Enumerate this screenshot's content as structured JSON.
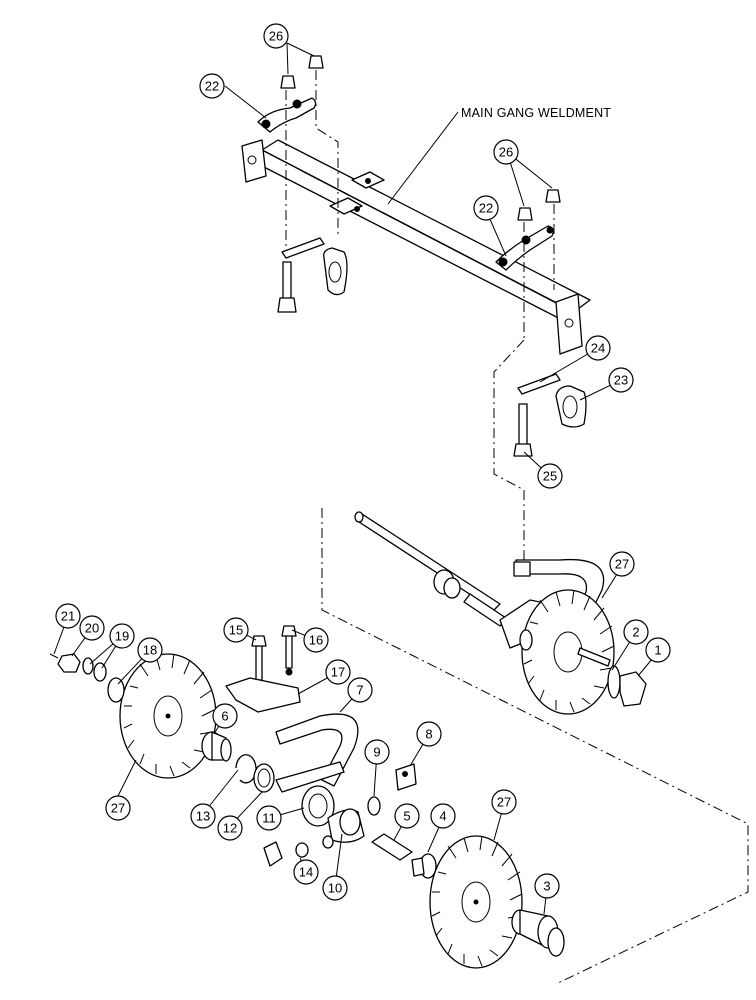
{
  "title_label": "MAIN GANG WELDMENT",
  "callouts": [
    {
      "n": "26"
    },
    {
      "n": "22"
    },
    {
      "n": "26"
    },
    {
      "n": "22"
    },
    {
      "n": "24"
    },
    {
      "n": "23"
    },
    {
      "n": "25"
    },
    {
      "n": "27"
    },
    {
      "n": "2"
    },
    {
      "n": "1"
    },
    {
      "n": "21"
    },
    {
      "n": "20"
    },
    {
      "n": "19"
    },
    {
      "n": "18"
    },
    {
      "n": "15"
    },
    {
      "n": "16"
    },
    {
      "n": "17"
    },
    {
      "n": "7"
    },
    {
      "n": "6"
    },
    {
      "n": "9"
    },
    {
      "n": "8"
    },
    {
      "n": "27"
    },
    {
      "n": "13"
    },
    {
      "n": "12"
    },
    {
      "n": "11"
    },
    {
      "n": "5"
    },
    {
      "n": "4"
    },
    {
      "n": "27"
    },
    {
      "n": "14"
    },
    {
      "n": "10"
    },
    {
      "n": "3"
    }
  ]
}
